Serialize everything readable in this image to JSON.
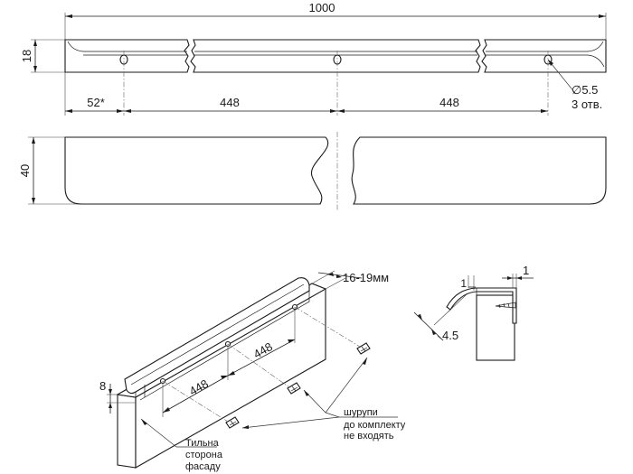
{
  "top_view": {
    "overall_length": "1000",
    "height": "18",
    "edge_offset": "52*",
    "spacing_1": "448",
    "spacing_2": "448",
    "hole_diameter": "∅5.5",
    "hole_count": "3 отв."
  },
  "front_view": {
    "height": "40"
  },
  "mounting_view": {
    "facade_thickness": "16-19мм",
    "spacing_1": "448",
    "spacing_2": "448",
    "step": "8",
    "screws_note_line1": "шурупи",
    "screws_note_line2": "до комплекту",
    "screws_note_line3": "не входять",
    "facade_note_line1": "Тильна",
    "facade_note_line2": "сторона",
    "facade_note_line3": "фасаду"
  },
  "section_view": {
    "wall_thickness": "1",
    "lip_thickness": "1",
    "lip_depth": "4.5"
  }
}
